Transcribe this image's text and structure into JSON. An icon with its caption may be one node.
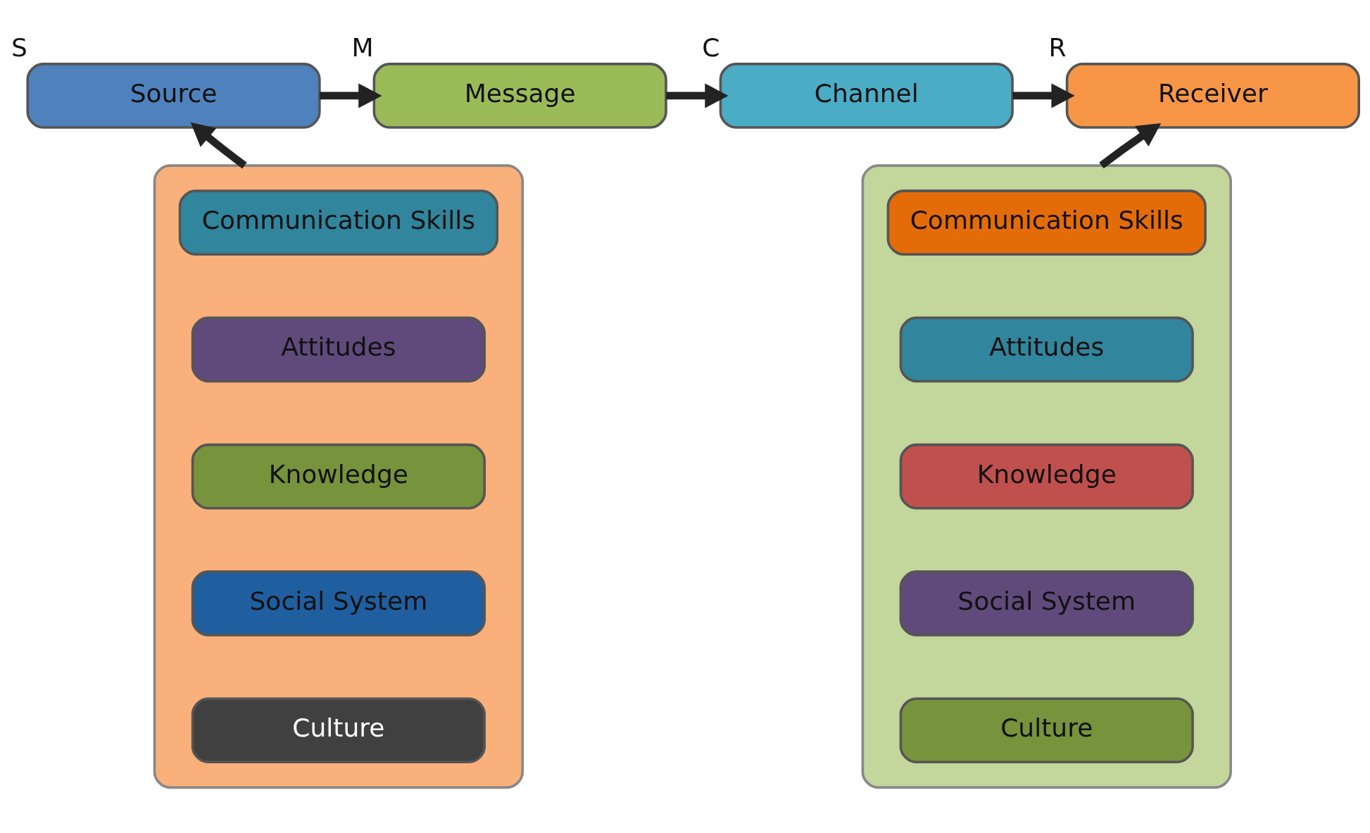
{
  "diagram": {
    "nodes": [
      {
        "text": [
          "Source"
        ],
        "beside": [
          "S"
        ]
      },
      {
        "text": [
          "Message"
        ],
        "beside": [
          "M"
        ]
      },
      {
        "text": [
          "Channel"
        ],
        "beside": [
          "C"
        ]
      },
      {
        "text": [
          "Receiver"
        ],
        "beside": [
          "R"
        ]
      },
      {
        "text": [],
        "shape": "box"
      },
      {
        "text": [
          "Communication Skills"
        ],
        "in": 4
      },
      {
        "text": [
          "Attitudes"
        ],
        "in": 4
      },
      {
        "text": [
          "Knowledge"
        ],
        "in": 4
      },
      {
        "text": [
          "Social System"
        ],
        "in": 4
      },
      {
        "text": [
          "Culture"
        ],
        "in": 4
      },
      {
        "text": [],
        "shape": "box"
      },
      {
        "text": [
          "Communication Skills"
        ],
        "in": 10
      },
      {
        "text": [
          "Attitudes"
        ],
        "in": 10
      },
      {
        "text": [
          "Knowledge"
        ],
        "in": 10
      },
      {
        "text": [
          "Social System"
        ],
        "in": 10
      },
      {
        "text": [
          "Culture"
        ],
        "in": 10
      }
    ],
    "edges": [
      {
        "from": 0,
        "to": 1,
        "arrow": "to"
      },
      {
        "from": 1,
        "to": 2,
        "arrow": "to"
      },
      {
        "from": 2,
        "to": 3,
        "arrow": "to"
      },
      {
        "from": 4,
        "to": 0,
        "arrow": "to"
      },
      {
        "from": 10,
        "to": 3,
        "arrow": "to"
      }
    ]
  }
}
